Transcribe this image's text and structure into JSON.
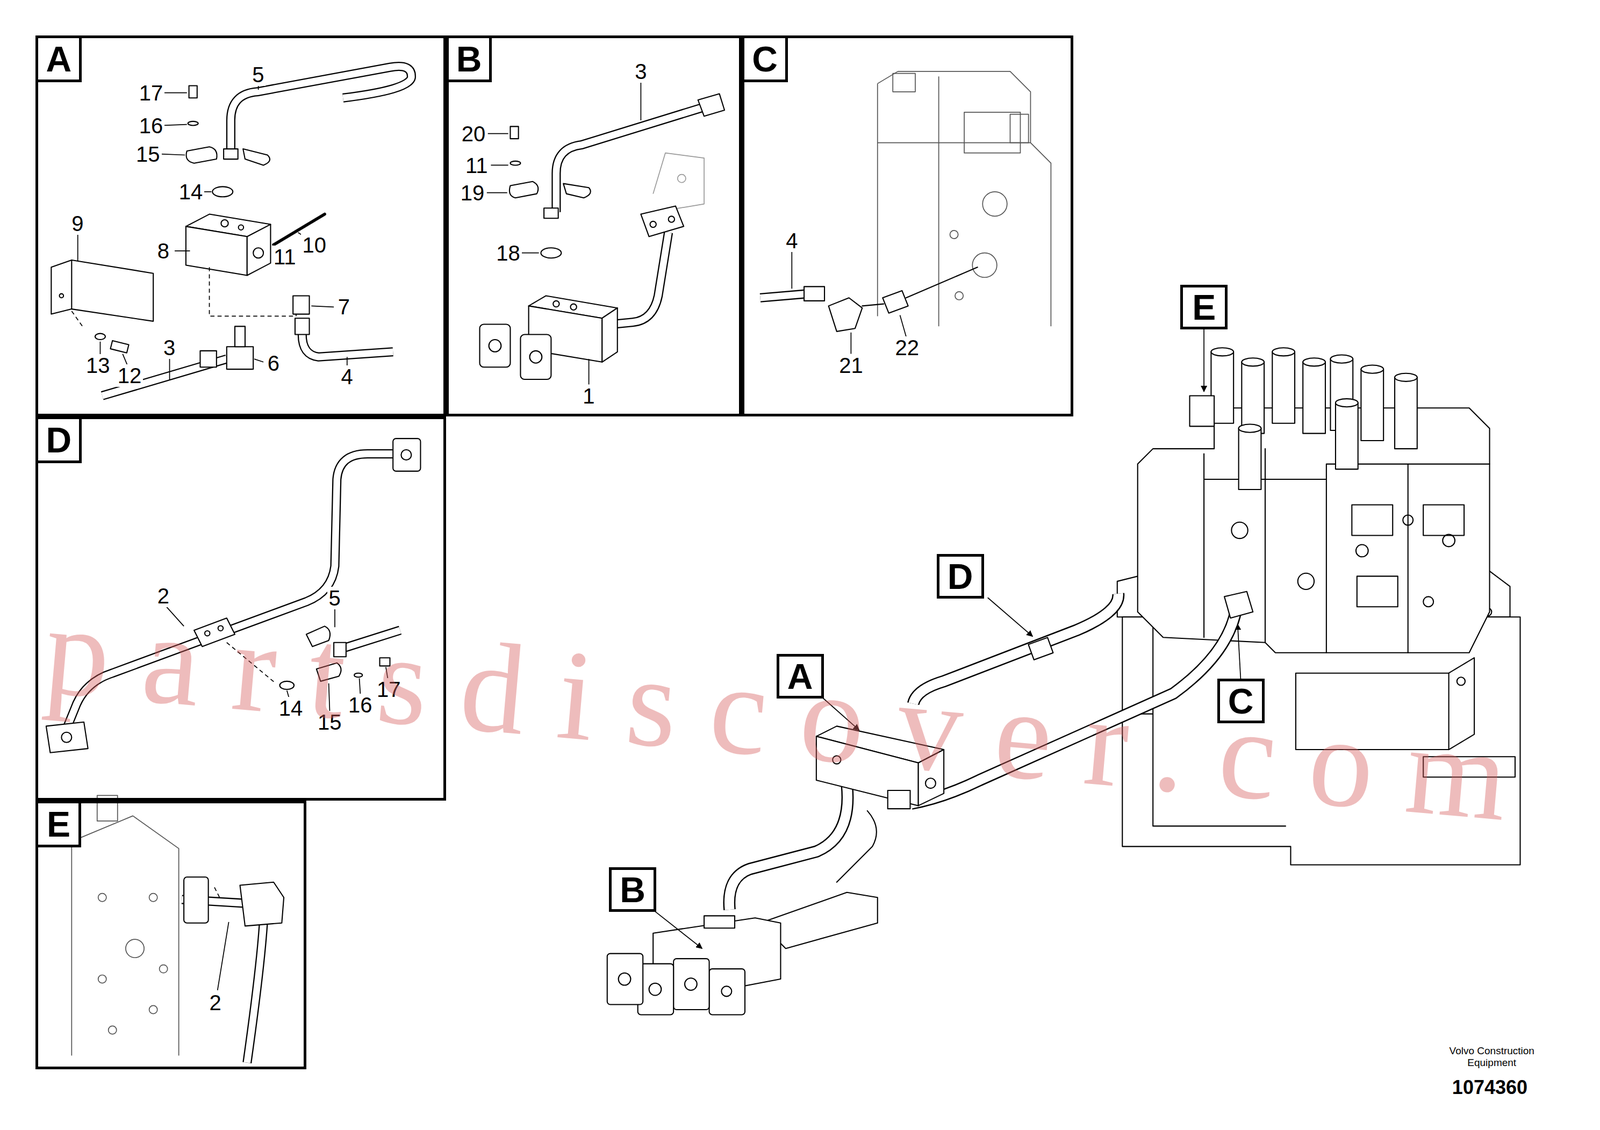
{
  "diagram": {
    "nodes": [
      {
        "text": [
          "A"
        ]
      },
      {
        "text": [
          "B"
        ]
      },
      {
        "text": [
          "C"
        ]
      },
      {
        "text": [
          "D"
        ]
      },
      {
        "text": [
          "E"
        ]
      },
      {
        "text": [
          "E"
        ]
      },
      {
        "text": [
          "D"
        ]
      },
      {
        "text": [
          "A"
        ]
      },
      {
        "text": [
          "C"
        ]
      },
      {
        "text": [
          "B"
        ]
      }
    ],
    "labels": [
      "17",
      "16",
      "15",
      "5",
      "14",
      "9",
      "8",
      "11",
      "10",
      "7",
      "13",
      "12",
      "3",
      "6",
      "4",
      "3",
      "20",
      "11",
      "19",
      "18",
      "1",
      "4",
      "21",
      "22",
      "2",
      "5",
      "14",
      "15",
      "16",
      "17",
      "2",
      "partsdiscover.com",
      "Volvo Construction Equipment",
      "1074360"
    ]
  }
}
